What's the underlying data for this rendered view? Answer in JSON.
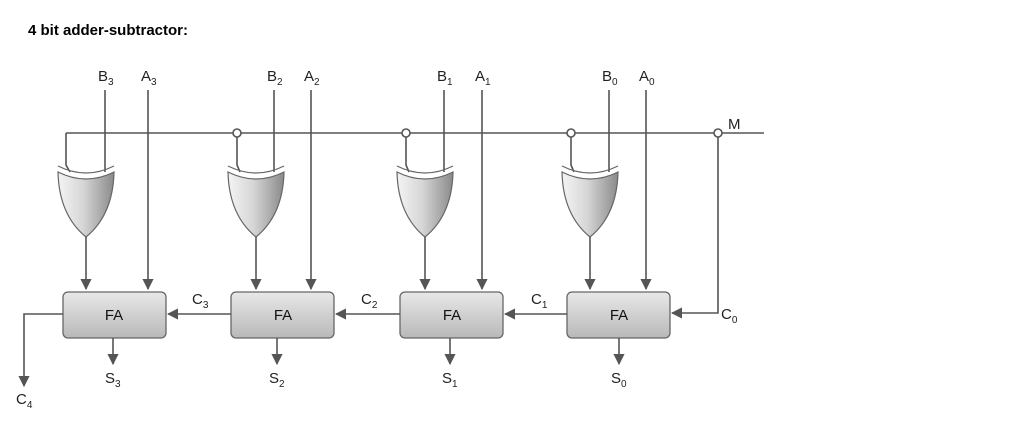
{
  "title": "4 bit adder-subtractor:",
  "mode_label": "M",
  "carry_in": {
    "main": "C",
    "sub": "0"
  },
  "carry_out": {
    "main": "C",
    "sub": "4"
  },
  "stages": [
    {
      "block_label": "FA",
      "b": {
        "main": "B",
        "sub": "3"
      },
      "a": {
        "main": "A",
        "sub": "3"
      },
      "s": {
        "main": "S",
        "sub": "3"
      },
      "cin": {
        "main": "C",
        "sub": "3"
      }
    },
    {
      "block_label": "FA",
      "b": {
        "main": "B",
        "sub": "2"
      },
      "a": {
        "main": "A",
        "sub": "2"
      },
      "s": {
        "main": "S",
        "sub": "2"
      },
      "cin": {
        "main": "C",
        "sub": "2"
      }
    },
    {
      "block_label": "FA",
      "b": {
        "main": "B",
        "sub": "1"
      },
      "a": {
        "main": "A",
        "sub": "1"
      },
      "s": {
        "main": "S",
        "sub": "1"
      },
      "cin": {
        "main": "C",
        "sub": "1"
      }
    },
    {
      "block_label": "FA",
      "b": {
        "main": "B",
        "sub": "0"
      },
      "a": {
        "main": "A",
        "sub": "0"
      },
      "s": {
        "main": "S",
        "sub": "0"
      }
    }
  ],
  "colors": {
    "wire": "#555555",
    "gate_light": "#f2f2f2",
    "gate_dark": "#8c8c8c",
    "block_stroke": "#666666"
  }
}
